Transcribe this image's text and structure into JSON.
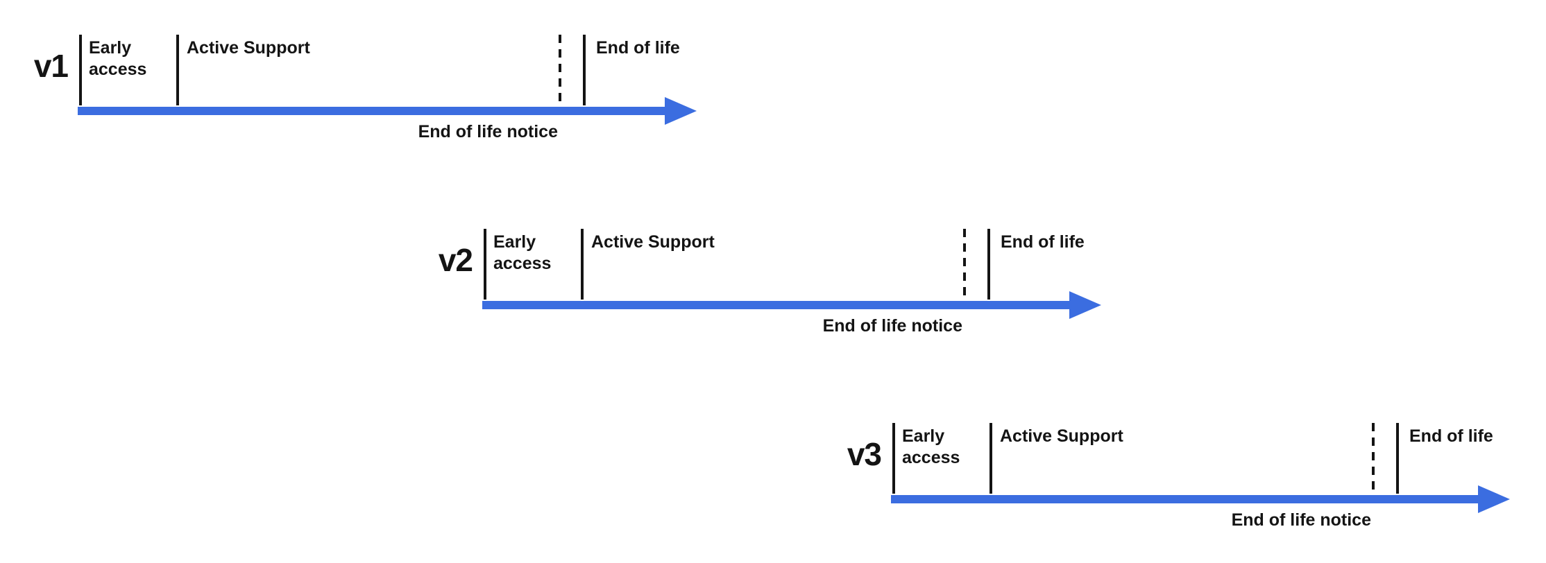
{
  "diagram": {
    "type": "release-lifecycle-timeline",
    "accent_color": "#3B6DE0",
    "line_color": "#141414",
    "text_color": "#141414",
    "timelines": [
      {
        "version": "v1",
        "phases": {
          "early_access": "Early access",
          "active_support": "Active Support",
          "end_of_life": "End of life"
        },
        "notice": "End of life notice"
      },
      {
        "version": "v2",
        "phases": {
          "early_access": "Early access",
          "active_support": "Active Support",
          "end_of_life": "End of life"
        },
        "notice": "End of life notice"
      },
      {
        "version": "v3",
        "phases": {
          "early_access": "Early access",
          "active_support": "Active Support",
          "end_of_life": "End of life"
        },
        "notice": "End of life notice"
      }
    ]
  }
}
